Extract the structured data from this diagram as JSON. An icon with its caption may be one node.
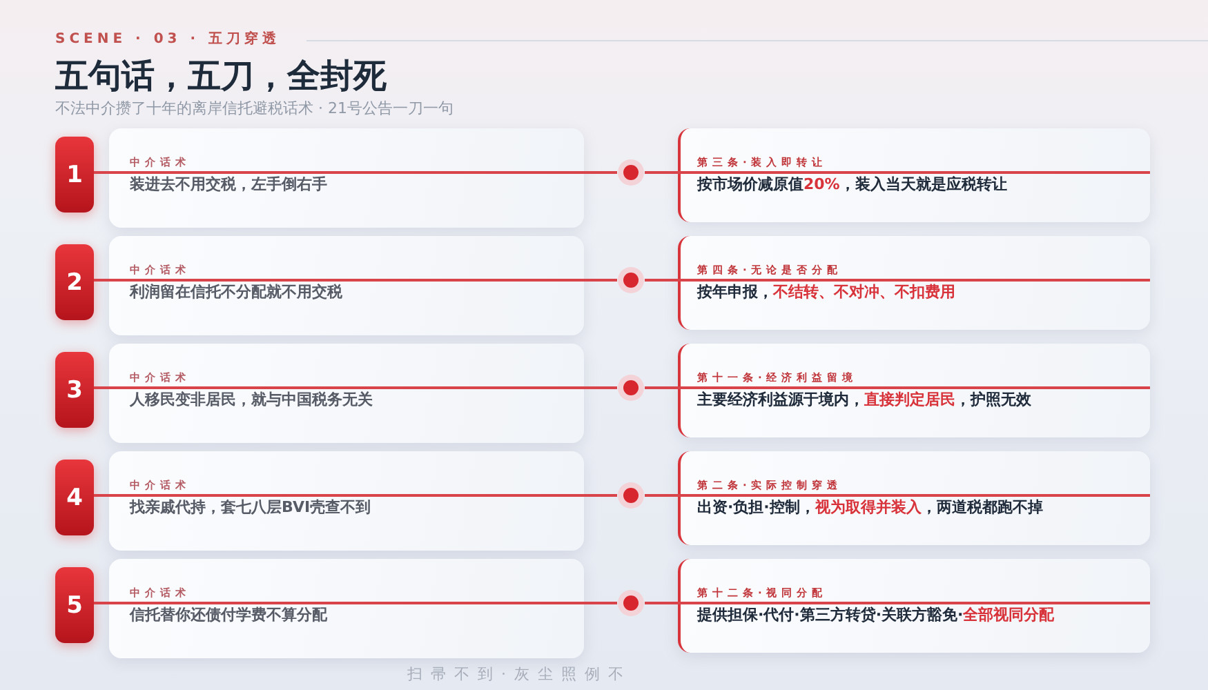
{
  "diagram": {
    "title": "五句话，五刀，全封死",
    "nodes": [
      {
        "text": [
          "1"
        ]
      },
      {
        "text": [
          "中介话术",
          "装进去不用交税，左手倒右手"
        ]
      },
      {
        "text": [],
        "shape": "circle"
      },
      {
        "text": [
          "第三条·装入即转让",
          "按市场价减原值**20%**，装入当天就是应税转让"
        ]
      },
      {
        "text": [
          "2"
        ]
      },
      {
        "text": [
          "中介话术",
          "利润留在信托不分配就不用交税"
        ]
      },
      {
        "text": [],
        "shape": "circle"
      },
      {
        "text": [
          "第四条·无论是否分配",
          "按年申报，**不结转、不对冲、不扣费用**"
        ]
      },
      {
        "text": [
          "3"
        ]
      },
      {
        "text": [
          "中介话术",
          "人移民变非居民，就与中国税务无关"
        ]
      },
      {
        "text": [],
        "shape": "circle"
      },
      {
        "text": [
          "第十一条·经济利益留境",
          "主要经济利益源于境内，**直接判定居民**，护照无效"
        ]
      },
      {
        "text": [
          "4"
        ]
      },
      {
        "text": [
          "中介话术",
          "找亲戚代持，套七八层BVI壳查不到"
        ]
      },
      {
        "text": [],
        "shape": "circle"
      },
      {
        "text": [
          "第二条·实际控制穿透",
          "出资·负担·控制，**视为取得并装入**，两道税都跑不掉"
        ]
      },
      {
        "text": [
          "5"
        ]
      },
      {
        "text": [
          "中介话术",
          "信托替你还债付学费不算分配"
        ]
      },
      {
        "text": [],
        "shape": "circle"
      },
      {
        "text": [
          "第十二条·视同分配",
          "提供担保·代付·第三方转贷·关联方豁免·**全部视同分配**"
        ]
      }
    ],
    "edges": [
      {
        "from": 0,
        "to": 1,
        "arrow": "none"
      },
      {
        "from": 1,
        "to": 2,
        "arrow": "none"
      },
      {
        "from": 2,
        "to": 3,
        "arrow": "none"
      },
      {
        "from": 4,
        "to": 5,
        "arrow": "none"
      },
      {
        "from": 5,
        "to": 6,
        "arrow": "none"
      },
      {
        "from": 6,
        "to": 7,
        "arrow": "none"
      },
      {
        "from": 8,
        "to": 9,
        "arrow": "none"
      },
      {
        "from": 9,
        "to": 10,
        "arrow": "none"
      },
      {
        "from": 10,
        "to": 11,
        "arrow": "none"
      },
      {
        "from": 12,
        "to": 13,
        "arrow": "none"
      },
      {
        "from": 13,
        "to": 14,
        "arrow": "none"
      },
      {
        "from": 14,
        "to": 15,
        "arrow": "none"
      },
      {
        "from": 16,
        "to": 17,
        "arrow": "none"
      },
      {
        "from": 17,
        "to": 18,
        "arrow": "none"
      },
      {
        "from": 18,
        "to": 19,
        "arrow": "none"
      }
    ],
    "labels": [
      "SCENE · 03 · 五刀穿透",
      "不法中介攒了十年的离岸信托避税话术 · 21号公告一刀一句",
      "扫帚不到·灰尘照例不"
    ]
  }
}
